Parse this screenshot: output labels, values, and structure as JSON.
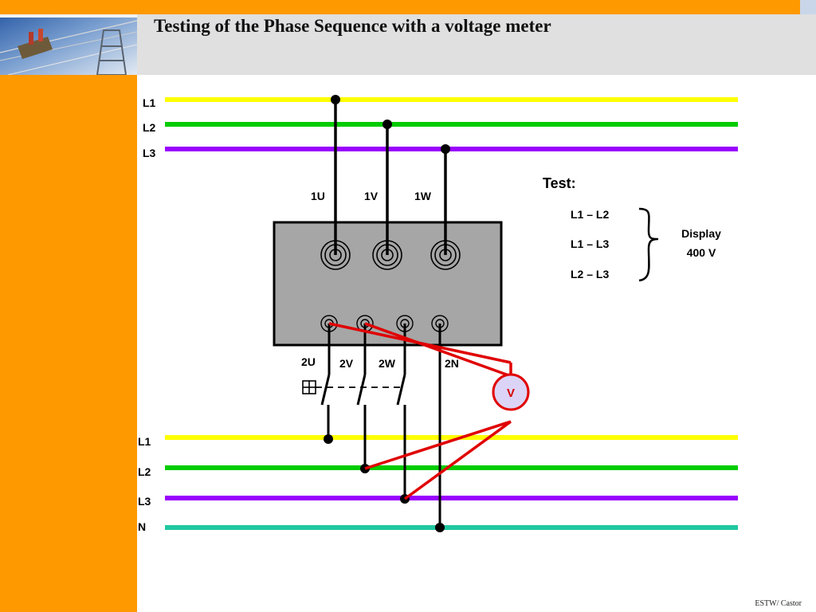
{
  "slide": {
    "title": "Testing of the Phase Sequence with a voltage meter",
    "footer": "ESTW/ Castor"
  },
  "top_busbars": [
    {
      "label": "L1",
      "color": "#ffff00"
    },
    {
      "label": "L2",
      "color": "#00cc00"
    },
    {
      "label": "L3",
      "color": "#9900ff"
    }
  ],
  "bottom_busbars": [
    {
      "label": "L1",
      "color": "#ffff00"
    },
    {
      "label": "L2",
      "color": "#00cc00"
    },
    {
      "label": "L3",
      "color": "#9900ff"
    },
    {
      "label": "N",
      "color": "#1fc8a0"
    }
  ],
  "input_terminals": [
    "1U",
    "1V",
    "1W"
  ],
  "output_terminals": [
    "2U",
    "2V",
    "2W",
    "2N"
  ],
  "meter": {
    "symbol": "V",
    "line_color": "#e00000"
  },
  "test": {
    "heading": "Test:",
    "pairs": [
      "L1 – L2",
      "L1 – L3",
      "L2 – L3"
    ],
    "result_line1": "Display",
    "result_line2": "400 V"
  },
  "colors": {
    "orange": "#FF9900",
    "box_fill": "#a6a6a6",
    "header_grey": "#e0e0e0"
  }
}
